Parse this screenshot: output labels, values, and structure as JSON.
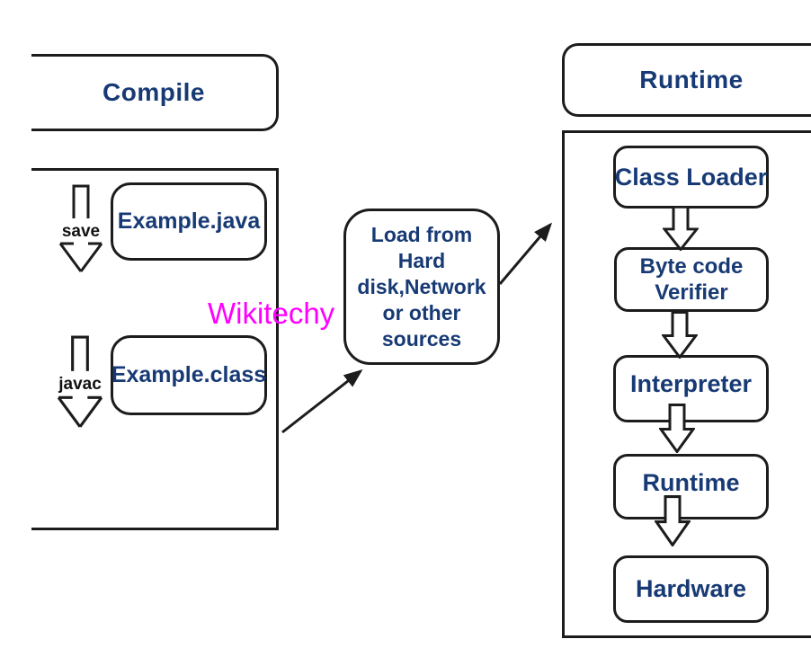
{
  "watermark": {
    "text": "Wikitechy",
    "color": "#ff00ff"
  },
  "compile_section": {
    "title": "Compile",
    "save_arrow_label": "save",
    "javac_arrow_label": "javac",
    "source_file_box": "Example.java",
    "class_file_box": "Example.class"
  },
  "load_source_box": {
    "lines": [
      "Load from",
      "Hard",
      "disk,Network",
      "or other",
      "sources"
    ]
  },
  "runtime_section": {
    "title": "Runtime",
    "class_loader_box": "Class Loader",
    "byte_code_verifier_line1": "Byte code",
    "byte_code_verifier_line2": "Verifier",
    "interpreter_box": "Interpreter",
    "runtime_box": "Runtime",
    "hardware_box": "Hardware"
  },
  "colors": {
    "node_text": "#173a75",
    "outline": "#1c1c1c",
    "watermark": "#ff00ff",
    "background": "#ffffff"
  }
}
